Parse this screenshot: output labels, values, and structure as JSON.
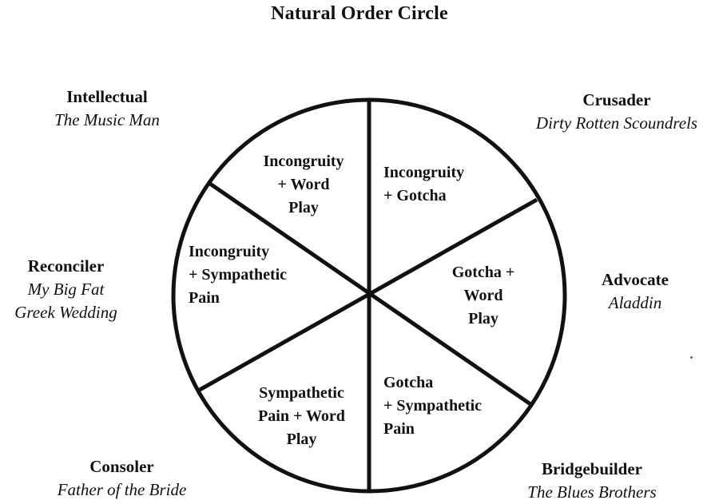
{
  "title": "Natural Order Circle",
  "segments": {
    "top_left": "Incongruity\n+ Word\nPlay",
    "top_right": "Incongruity\n+ Gotcha",
    "right": "Gotcha +\nWord\nPlay",
    "bottom_right": "Gotcha\n+ Sympathetic\nPain",
    "bottom_left": "Sympathetic\nPain + Word\nPlay",
    "left": "Incongruity\n+ Sympathetic\nPain"
  },
  "personas": {
    "intellectual": {
      "name": "Intellectual",
      "film": "The Music Man"
    },
    "crusader": {
      "name": "Crusader",
      "film": "Dirty Rotten Scoundrels"
    },
    "reconciler": {
      "name": "Reconciler",
      "film": "My Big Fat\nGreek Wedding"
    },
    "advocate": {
      "name": "Advocate",
      "film": "Aladdin"
    },
    "consoler": {
      "name": "Consoler",
      "film": "Father of the Bride"
    },
    "bridgebuilder": {
      "name": "Bridgebuilder",
      "film": "The Blues Brothers"
    }
  },
  "colors": {
    "ink": "#111111",
    "background": "#ffffff"
  }
}
